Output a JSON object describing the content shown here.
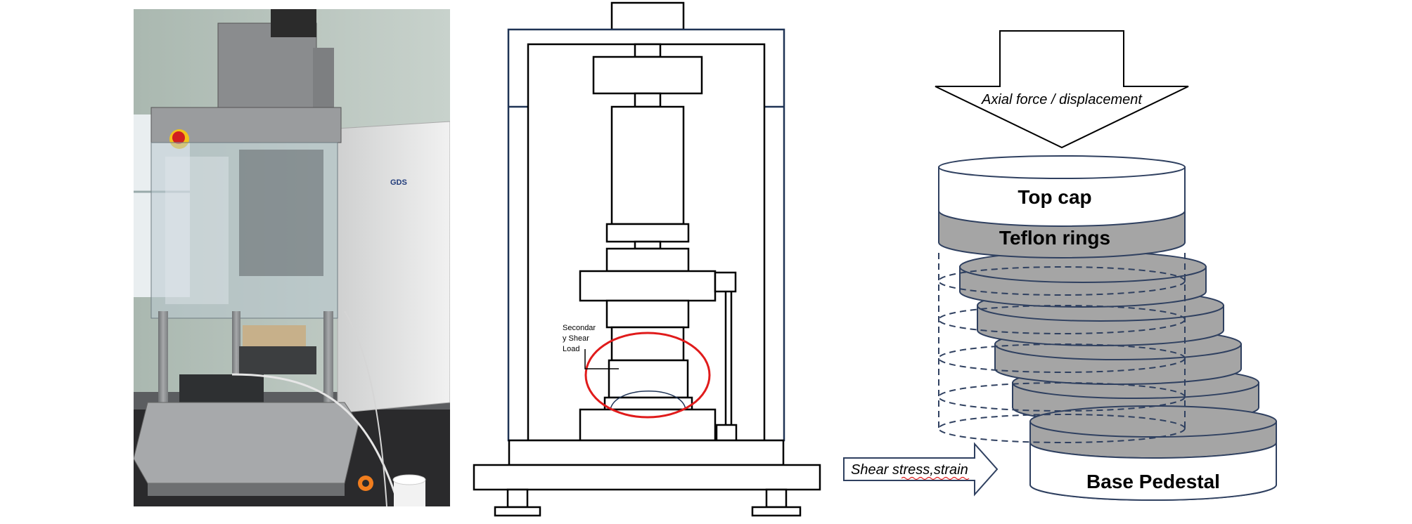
{
  "photo": {
    "caption": "",
    "brand_logo_text": "GDS",
    "colors": {
      "wall": "#b9c4bd",
      "cabinet": "#dcdcdc",
      "frame": "#8e8f90",
      "estop": "#d21f1f"
    }
  },
  "schematic": {
    "callout_label": [
      "Secondar",
      "y Shear",
      "Load"
    ],
    "colors": {
      "frame_outer": "#1f3355",
      "lines": "#000000",
      "highlight": "#e01b1b"
    }
  },
  "shear_diagram": {
    "axial_label": "Axial force / displacement",
    "top_cap_label": "Top cap",
    "teflon_label": "Teflon rings",
    "base_label": "Base Pedestal",
    "shear_label": "Shear stress,strain",
    "colors": {
      "ring_fill": "#a5a5a5",
      "outline": "#2f4060",
      "cap_fill": "#ffffff"
    }
  }
}
